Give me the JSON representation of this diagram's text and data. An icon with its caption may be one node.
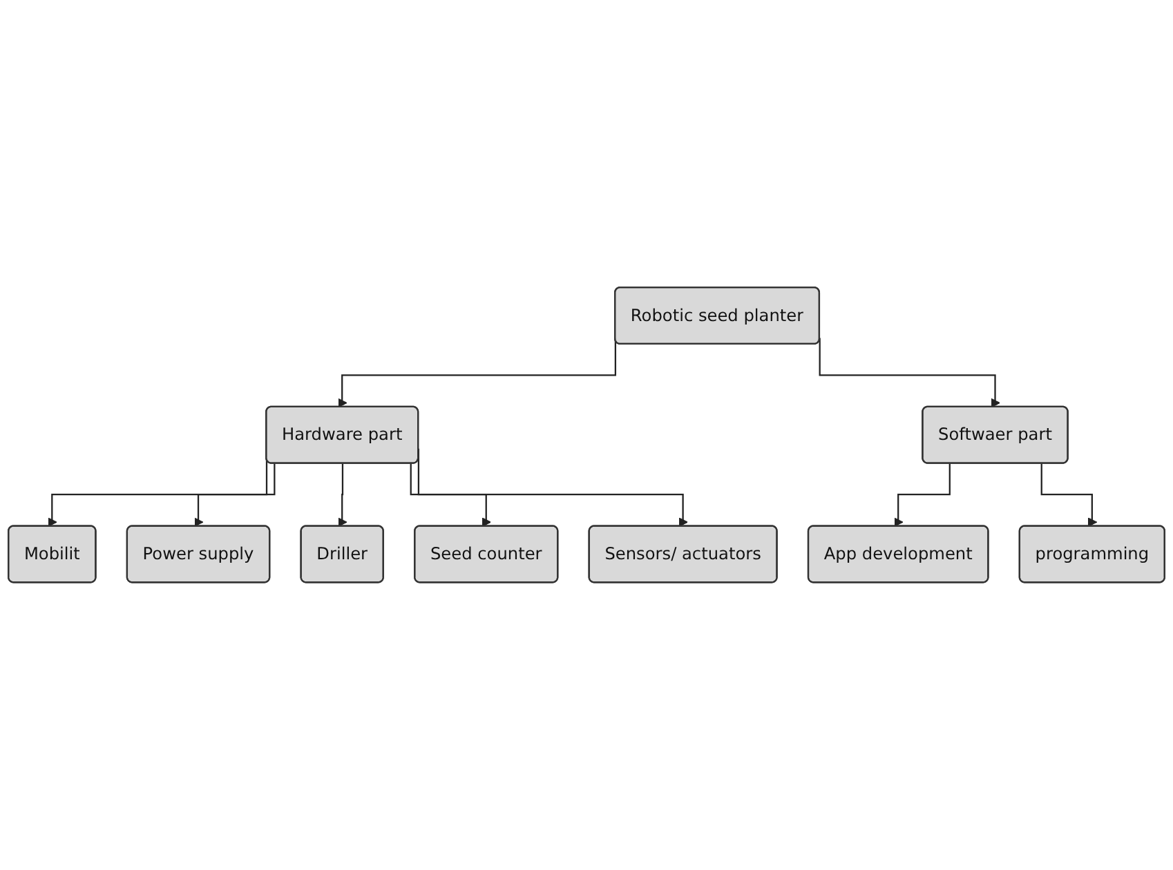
{
  "diagram": {
    "nodes": [
      {
        "text": [
          "Robotic seed planter"
        ]
      },
      {
        "text": [
          "Hardware part"
        ]
      },
      {
        "text": [
          "Softwaer part"
        ]
      },
      {
        "text": [
          "App development"
        ]
      },
      {
        "text": [
          "programming"
        ]
      },
      {
        "text": [
          "Mobilit"
        ]
      },
      {
        "text": [
          "Power supply"
        ]
      },
      {
        "text": [
          "Driller"
        ]
      },
      {
        "text": [
          "Seed counter"
        ]
      },
      {
        "text": [
          "Sensors/ actuators"
        ]
      }
    ],
    "edges": [
      {
        "from": 0,
        "to": 1,
        "arrow": "to"
      },
      {
        "from": 0,
        "to": 2,
        "arrow": "to"
      },
      {
        "from": 2,
        "to": 3,
        "arrow": "to"
      },
      {
        "from": 2,
        "to": 4,
        "arrow": "to"
      },
      {
        "from": 1,
        "to": 5,
        "arrow": "to"
      },
      {
        "from": 1,
        "to": 6,
        "arrow": "to"
      },
      {
        "from": 1,
        "to": 7,
        "arrow": "to"
      },
      {
        "from": 1,
        "to": 8,
        "arrow": "to"
      },
      {
        "from": 1,
        "to": 9,
        "arrow": "to"
      }
    ]
  }
}
